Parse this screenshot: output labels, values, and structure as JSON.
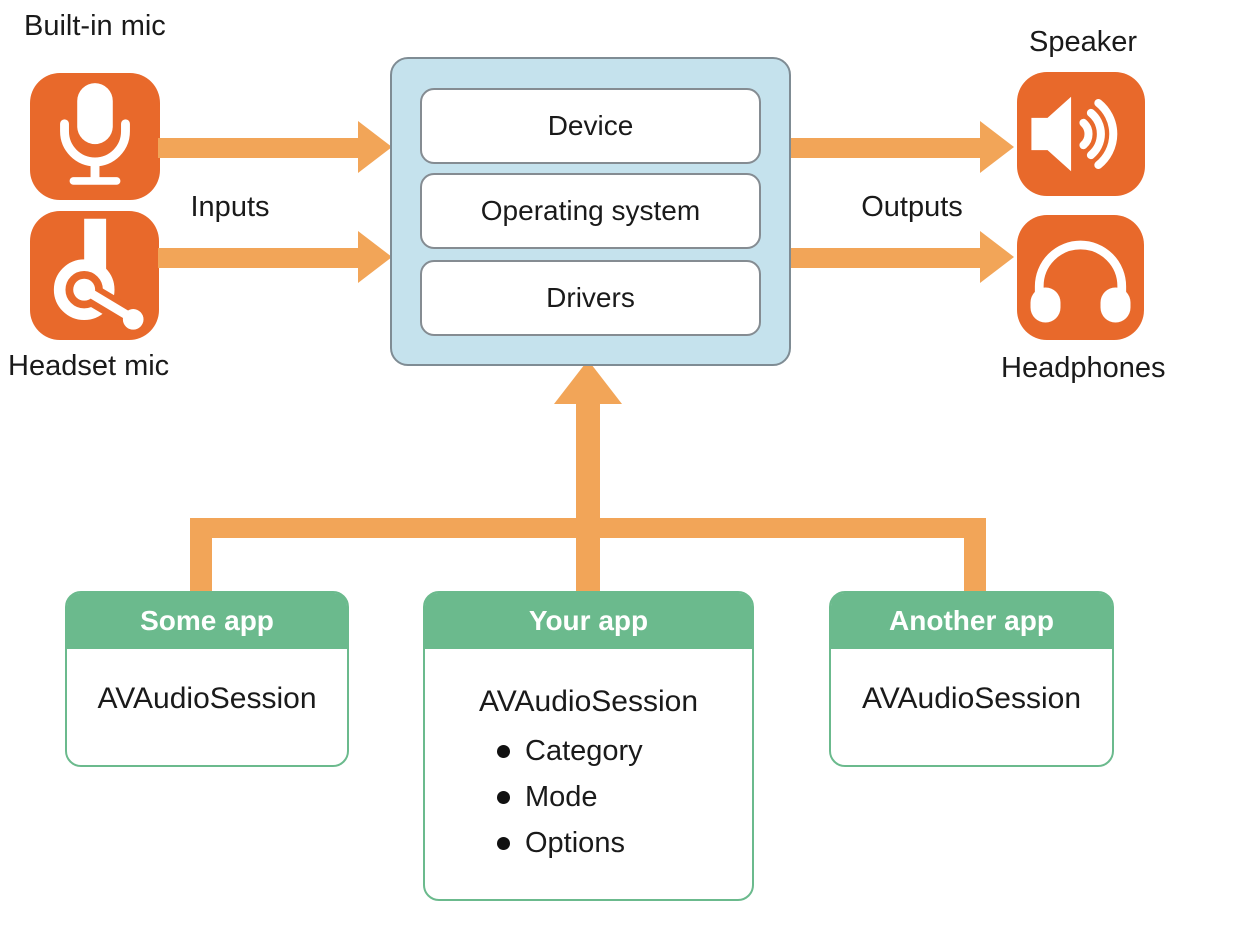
{
  "colors": {
    "icon_orange": "#E8692B",
    "arrow_orange": "#F2A558",
    "green": "#6BBA8D",
    "light_blue": "#C5E2ED",
    "outer_border": "#7F8C94",
    "inner_border": "#858C92"
  },
  "inputs": {
    "label": "Inputs",
    "devices": [
      {
        "name": "Built-in mic",
        "icon": "microphone-icon"
      },
      {
        "name": "Headset mic",
        "icon": "headset-mic-icon"
      }
    ]
  },
  "outputs": {
    "label": "Outputs",
    "devices": [
      {
        "name": "Speaker",
        "icon": "speaker-icon"
      },
      {
        "name": "Headphones",
        "icon": "headphones-icon"
      }
    ]
  },
  "system_stack": {
    "layers": [
      {
        "label": "Device"
      },
      {
        "label": "Operating system"
      },
      {
        "label": "Drivers"
      }
    ]
  },
  "apps": [
    {
      "title": "Some app",
      "session": "AVAudioSession"
    },
    {
      "title": "Your app",
      "session": "AVAudioSession",
      "bullets": [
        "Category",
        "Mode",
        "Options"
      ]
    },
    {
      "title": "Another app",
      "session": "AVAudioSession"
    }
  ]
}
